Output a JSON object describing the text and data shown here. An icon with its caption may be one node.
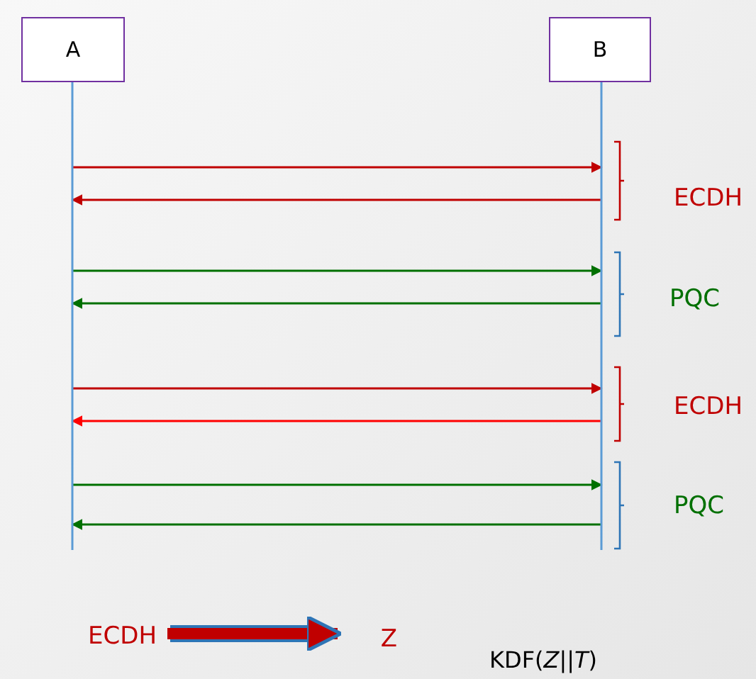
{
  "diagram": {
    "nodes": [
      {
        "text": [
          "A"
        ]
      },
      {
        "text": [
          "B"
        ]
      },
      {
        "text": [
          "ECDH"
        ]
      },
      {
        "text": [
          "Z"
        ]
      }
    ],
    "edges": [
      {
        "from": 0,
        "to": 1,
        "arrow": "to",
        "color": "#c00000"
      },
      {
        "from": 1,
        "to": 0,
        "arrow": "to",
        "color": "#c00000"
      },
      {
        "from": 0,
        "to": 1,
        "arrow": "to",
        "color": "#007000"
      },
      {
        "from": 1,
        "to": 0,
        "arrow": "to",
        "color": "#007000"
      },
      {
        "from": 0,
        "to": 1,
        "arrow": "to",
        "color": "#c00000"
      },
      {
        "from": 1,
        "to": 0,
        "arrow": "to",
        "color": "#ff0000"
      },
      {
        "from": 0,
        "to": 1,
        "arrow": "to",
        "color": "#007000"
      },
      {
        "from": 1,
        "to": 0,
        "arrow": "to",
        "color": "#007000"
      },
      {
        "from": 2,
        "to": 3,
        "arrow": "to",
        "style": "thick",
        "color": "#c00000"
      }
    ],
    "labels": [
      "ECDH",
      "PQC",
      "ECDH",
      "PQC",
      "KDF(*Z*||*T*)"
    ]
  }
}
